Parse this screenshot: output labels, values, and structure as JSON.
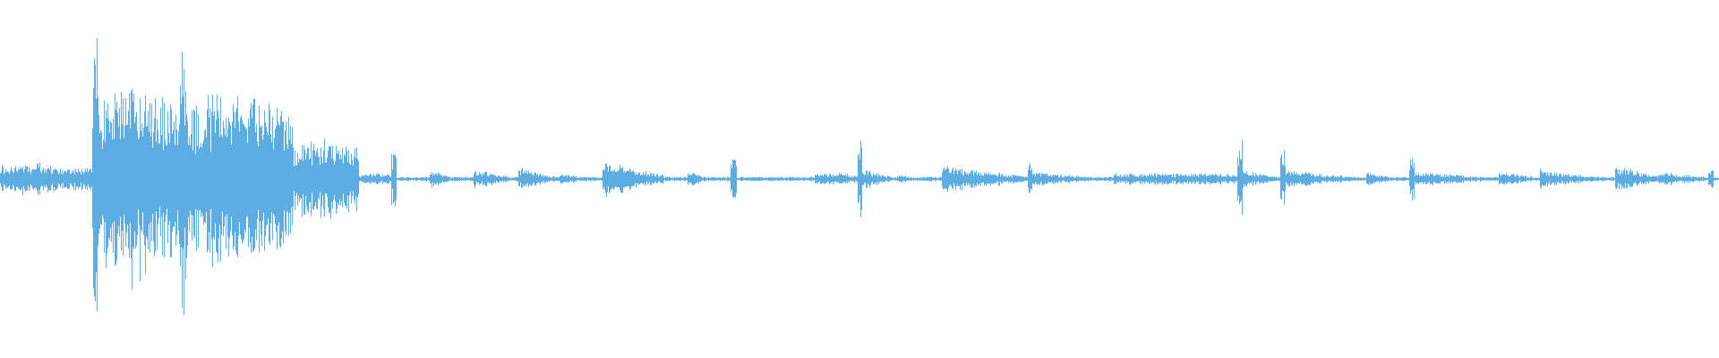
{
  "waveform": {
    "color": "#5DADE2",
    "background": "#ffffff",
    "style": "mirrored-amplitude-envelope",
    "segments": [
      {
        "start": 0.0,
        "end": 0.032,
        "amp": 0.08,
        "kind": "sustain"
      },
      {
        "start": 0.032,
        "end": 0.054,
        "amp": 0.06,
        "kind": "sustain"
      },
      {
        "start": 0.054,
        "end": 0.057,
        "amp": 0.78,
        "kind": "hit"
      },
      {
        "start": 0.057,
        "end": 0.105,
        "amp": 0.55,
        "kind": "dense"
      },
      {
        "start": 0.105,
        "end": 0.108,
        "amp": 0.72,
        "kind": "hit"
      },
      {
        "start": 0.108,
        "end": 0.17,
        "amp": 0.48,
        "kind": "dense"
      },
      {
        "start": 0.17,
        "end": 0.208,
        "amp": 0.22,
        "kind": "dense"
      },
      {
        "start": 0.208,
        "end": 0.228,
        "amp": 0.03,
        "kind": "sustain"
      },
      {
        "start": 0.228,
        "end": 0.23,
        "amp": 0.16,
        "kind": "hit"
      },
      {
        "start": 0.25,
        "end": 0.262,
        "amp": 0.05,
        "kind": "decay"
      },
      {
        "start": 0.276,
        "end": 0.3,
        "amp": 0.05,
        "kind": "decay"
      },
      {
        "start": 0.302,
        "end": 0.322,
        "amp": 0.06,
        "kind": "decay"
      },
      {
        "start": 0.326,
        "end": 0.338,
        "amp": 0.04,
        "kind": "decay"
      },
      {
        "start": 0.351,
        "end": 0.385,
        "amp": 0.1,
        "kind": "decay"
      },
      {
        "start": 0.4,
        "end": 0.41,
        "amp": 0.05,
        "kind": "decay"
      },
      {
        "start": 0.425,
        "end": 0.428,
        "amp": 0.12,
        "kind": "hit"
      },
      {
        "start": 0.474,
        "end": 0.5,
        "amp": 0.03,
        "kind": "sustain"
      },
      {
        "start": 0.499,
        "end": 0.501,
        "amp": 0.22,
        "kind": "hit"
      },
      {
        "start": 0.501,
        "end": 0.518,
        "amp": 0.06,
        "kind": "decay"
      },
      {
        "start": 0.523,
        "end": 0.53,
        "amp": 0.03,
        "kind": "decay"
      },
      {
        "start": 0.548,
        "end": 0.6,
        "amp": 0.07,
        "kind": "decay"
      },
      {
        "start": 0.598,
        "end": 0.6,
        "amp": 0.1,
        "kind": "hit"
      },
      {
        "start": 0.6,
        "end": 0.64,
        "amp": 0.04,
        "kind": "decay"
      },
      {
        "start": 0.648,
        "end": 0.7,
        "amp": 0.03,
        "kind": "sustain"
      },
      {
        "start": 0.7,
        "end": 0.725,
        "amp": 0.03,
        "kind": "sustain"
      },
      {
        "start": 0.72,
        "end": 0.722,
        "amp": 0.2,
        "kind": "hit"
      },
      {
        "start": 0.722,
        "end": 0.745,
        "amp": 0.05,
        "kind": "decay"
      },
      {
        "start": 0.745,
        "end": 0.747,
        "amp": 0.18,
        "kind": "hit"
      },
      {
        "start": 0.747,
        "end": 0.79,
        "amp": 0.05,
        "kind": "decay"
      },
      {
        "start": 0.795,
        "end": 0.81,
        "amp": 0.04,
        "kind": "decay"
      },
      {
        "start": 0.82,
        "end": 0.822,
        "amp": 0.12,
        "kind": "hit"
      },
      {
        "start": 0.822,
        "end": 0.87,
        "amp": 0.04,
        "kind": "decay"
      },
      {
        "start": 0.872,
        "end": 0.895,
        "amp": 0.04,
        "kind": "decay"
      },
      {
        "start": 0.896,
        "end": 0.898,
        "amp": 0.08,
        "kind": "hit"
      },
      {
        "start": 0.898,
        "end": 0.935,
        "amp": 0.04,
        "kind": "decay"
      },
      {
        "start": 0.94,
        "end": 0.965,
        "amp": 0.07,
        "kind": "decay"
      },
      {
        "start": 0.965,
        "end": 0.995,
        "amp": 0.04,
        "kind": "decay"
      },
      {
        "start": 0.994,
        "end": 0.996,
        "amp": 0.07,
        "kind": "hit"
      }
    ]
  }
}
